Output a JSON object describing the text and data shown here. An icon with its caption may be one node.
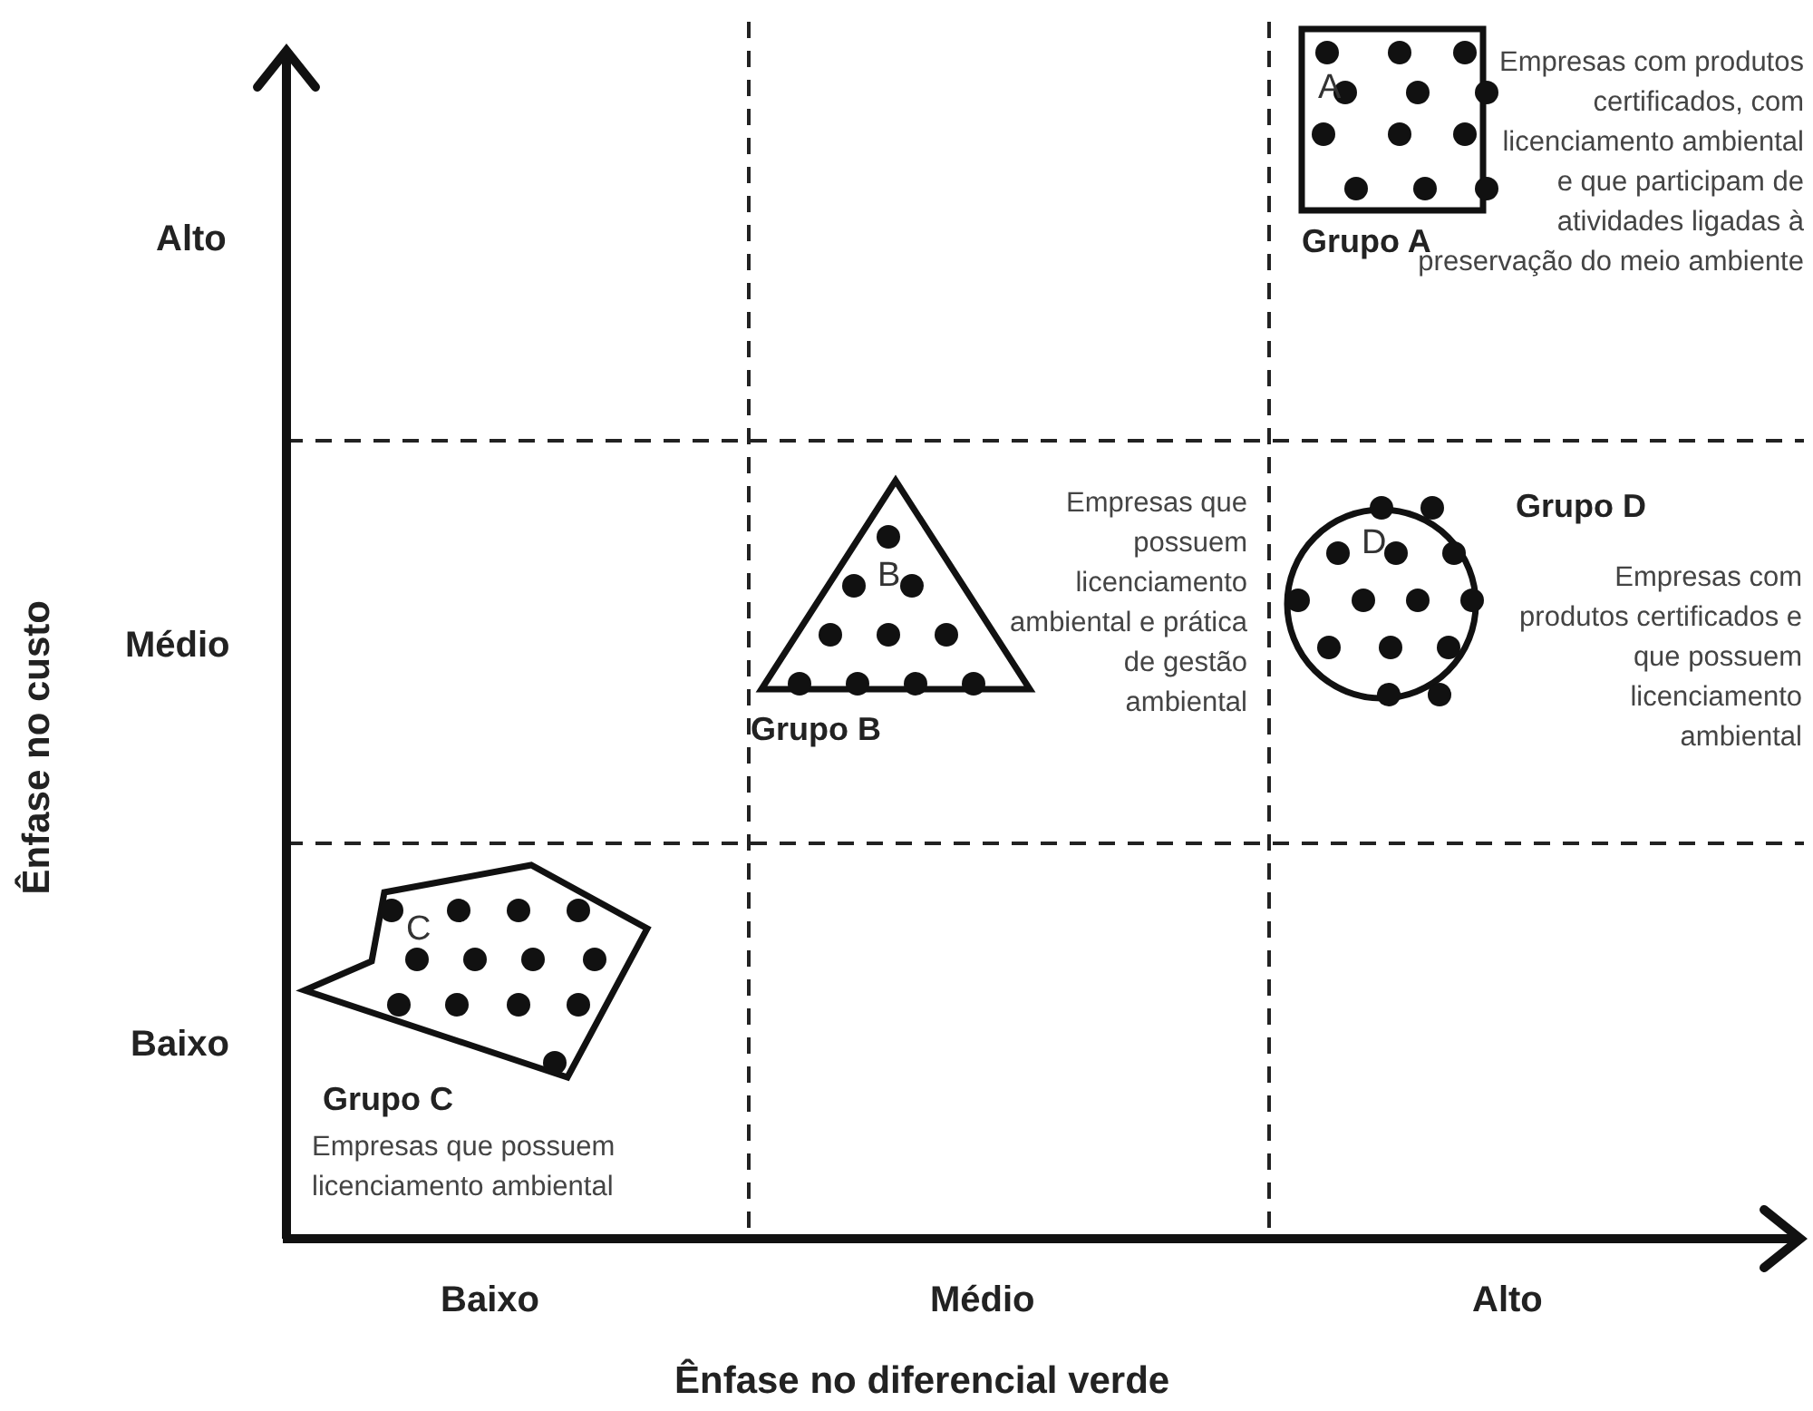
{
  "diagram": {
    "nodes": [
      {
        "text": [
          "A"
        ],
        "beside": [
          "Grupo A",
          "Empresas com produtos certificados, com licenciamento ambiental e que participam de atividades ligadas à preservação do meio ambiente"
        ]
      },
      {
        "text": [
          "B"
        ],
        "beside": [
          "Grupo B",
          "Empresas que possuem licenciamento ambiental e prática de gestão ambiental"
        ]
      },
      {
        "text": [
          "C"
        ],
        "beside": [
          "Grupo C",
          "Empresas que possuem licenciamento ambiental"
        ]
      },
      {
        "text": [
          "D"
        ],
        "beside": [
          "Grupo D",
          "Empresas com produtos certificados e que possuem licenciamento ambiental"
        ]
      }
    ],
    "labels": [
      "Ênfase no custo",
      "Alto",
      "Médio",
      "Baixo",
      "Baixo",
      "Médio",
      "Alto",
      "Ênfase no diferencial verde"
    ]
  }
}
